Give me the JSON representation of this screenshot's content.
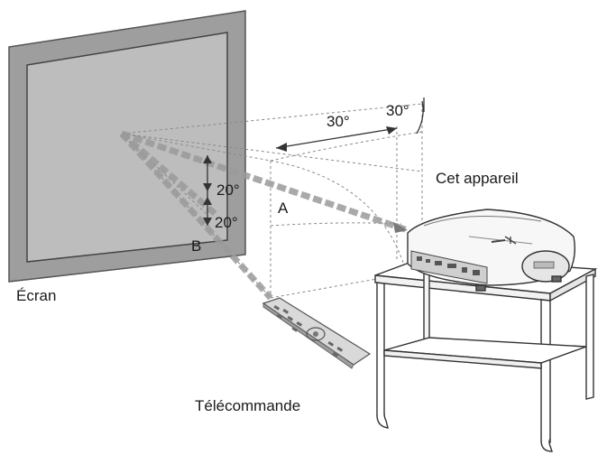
{
  "labels": {
    "angle_h_outer": "30°",
    "angle_h_inner": "30°",
    "angle_v_upper": "20°",
    "angle_v_lower": "20°",
    "point_a": "A",
    "point_b": "B",
    "device": "Cet appareil",
    "screen": "Écran",
    "remote": "Télécommande"
  },
  "colors": {
    "screen_frame": "#9e9e9e",
    "screen_face": "#b9b9b9",
    "beam": "#9a9a9a",
    "line": "#333333"
  }
}
